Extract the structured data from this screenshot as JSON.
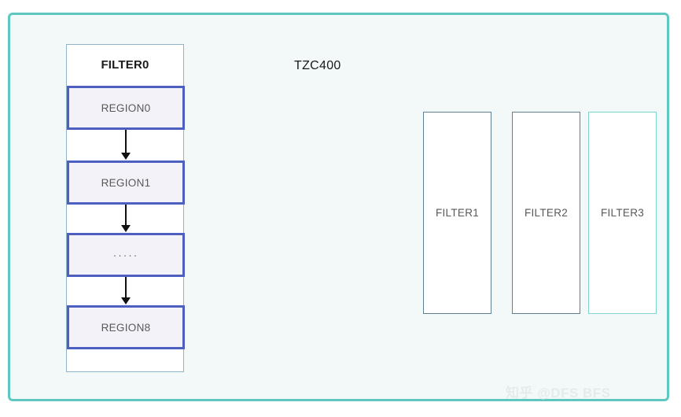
{
  "diagram": {
    "title_label": "TZC400",
    "left_group": {
      "header": "FILTER0",
      "regions": [
        {
          "label": "REGION0"
        },
        {
          "label": "REGION1"
        },
        {
          "label": "·····"
        },
        {
          "label": "REGION8"
        }
      ]
    },
    "side_filters": [
      {
        "label": "FILTER1",
        "border_color": "#5d7f92"
      },
      {
        "label": "FILTER2",
        "border_color": "#5d7f92"
      },
      {
        "label": "FILTER3",
        "border_color": "#7fd4cd"
      }
    ]
  },
  "watermark": "知乎 @DFS BFS",
  "colors": {
    "frame_border": "#5ec8c0",
    "canvas_background": "#f3f9f9",
    "region_border": "#4d5fc0",
    "region_fill": "#f2f2f8",
    "arrow": "#111111",
    "text": "#595959"
  }
}
